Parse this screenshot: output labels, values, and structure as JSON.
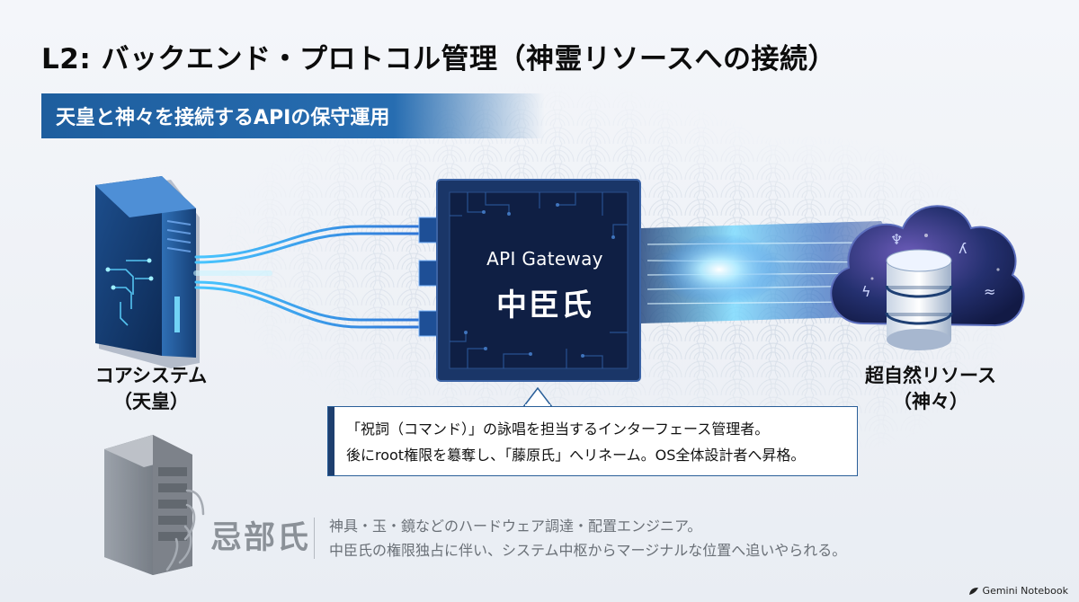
{
  "title": "L2: バックエンド・プロトコル管理（神霊リソースへの接続）",
  "subtitle": "天皇と神々を接続するAPIの保守運用",
  "core_system": {
    "line1": "コアシステム",
    "line2": "（天皇）"
  },
  "gateway": {
    "line1": "API Gateway",
    "line2": "中臣氏"
  },
  "supernatural": {
    "line1": "超自然リソース",
    "line2": "（神々）"
  },
  "callout": {
    "line1": "「祝詞（コマンド）」の詠唱を担当するインターフェース管理者。",
    "line2": "後にroot権限を簒奪し、「藤原氏」へリネーム。OS全体設計者へ昇格。"
  },
  "inbe": {
    "name": "忌部氏",
    "line1": "神具・玉・鏡などのハードウェア調達・配置エンジニア。",
    "line2": "中臣氏の権限独占に伴い、システム中枢からマージナルな位置へ追いやられる。"
  },
  "footer": "Gemini Notebook",
  "colors": {
    "accent": "#1e5e9e",
    "chip": "#12264c",
    "glow": "#6fd0ff"
  }
}
